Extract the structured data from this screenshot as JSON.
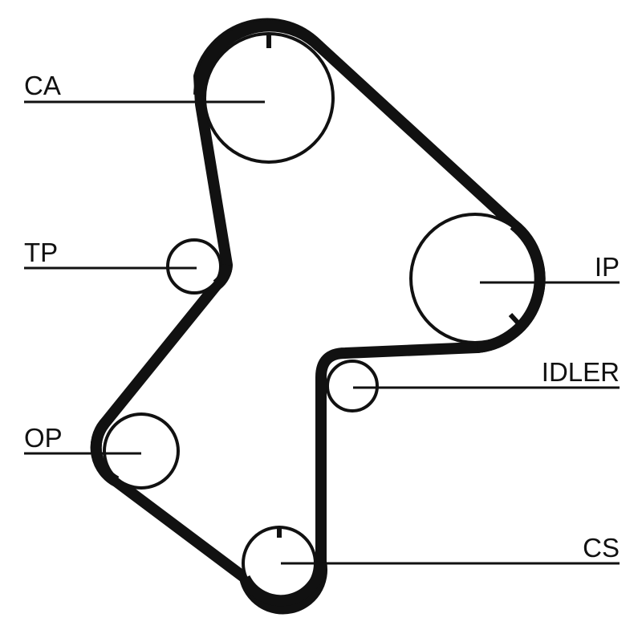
{
  "labels": {
    "ca": "CA",
    "tp": "TP",
    "op": "OP",
    "ip": "IP",
    "idler": "IDLER",
    "cs": "CS"
  },
  "colors": {
    "belt": "#111111",
    "background": "#ffffff"
  }
}
